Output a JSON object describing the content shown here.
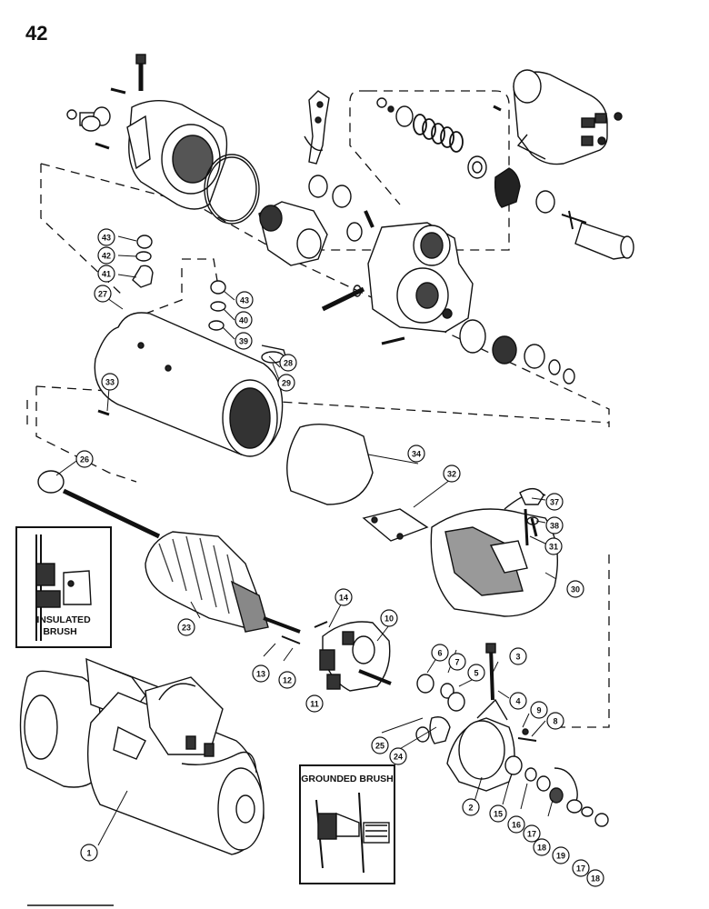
{
  "page_number": "42",
  "insets": {
    "insulated": {
      "line1": "INSULATED",
      "line2": "BRUSH"
    },
    "grounded": {
      "title": "GROUNDED BRUSH"
    }
  },
  "callouts": [
    {
      "id": "c1",
      "label": "1"
    },
    {
      "id": "c2",
      "label": "2"
    },
    {
      "id": "c3",
      "label": "3"
    },
    {
      "id": "c4",
      "label": "4"
    },
    {
      "id": "c5",
      "label": "5"
    },
    {
      "id": "c6",
      "label": "6"
    },
    {
      "id": "c7",
      "label": "7"
    },
    {
      "id": "c8",
      "label": "8"
    },
    {
      "id": "c9",
      "label": "9"
    },
    {
      "id": "c10",
      "label": "10"
    },
    {
      "id": "c11",
      "label": "11"
    },
    {
      "id": "c12",
      "label": "12"
    },
    {
      "id": "c13",
      "label": "13"
    },
    {
      "id": "c14",
      "label": "14"
    },
    {
      "id": "c15",
      "label": "15"
    },
    {
      "id": "c16",
      "label": "16"
    },
    {
      "id": "c17a",
      "label": "17"
    },
    {
      "id": "c18a",
      "label": "18"
    },
    {
      "id": "c19",
      "label": "19"
    },
    {
      "id": "c17b",
      "label": "17"
    },
    {
      "id": "c18b",
      "label": "18"
    },
    {
      "id": "c23",
      "label": "23"
    },
    {
      "id": "c24",
      "label": "24"
    },
    {
      "id": "c25",
      "label": "25"
    },
    {
      "id": "c26",
      "label": "26"
    },
    {
      "id": "c27",
      "label": "27"
    },
    {
      "id": "c28",
      "label": "28"
    },
    {
      "id": "c29",
      "label": "29"
    },
    {
      "id": "c30",
      "label": "30"
    },
    {
      "id": "c31",
      "label": "31"
    },
    {
      "id": "c32",
      "label": "32"
    },
    {
      "id": "c33",
      "label": "33"
    },
    {
      "id": "c34",
      "label": "34"
    },
    {
      "id": "c37",
      "label": "37"
    },
    {
      "id": "c38",
      "label": "38"
    },
    {
      "id": "c39",
      "label": "39"
    },
    {
      "id": "c40",
      "label": "40"
    },
    {
      "id": "c41",
      "label": "41"
    },
    {
      "id": "c42",
      "label": "42"
    },
    {
      "id": "c43a",
      "label": "43"
    },
    {
      "id": "c43b",
      "label": "43"
    }
  ]
}
